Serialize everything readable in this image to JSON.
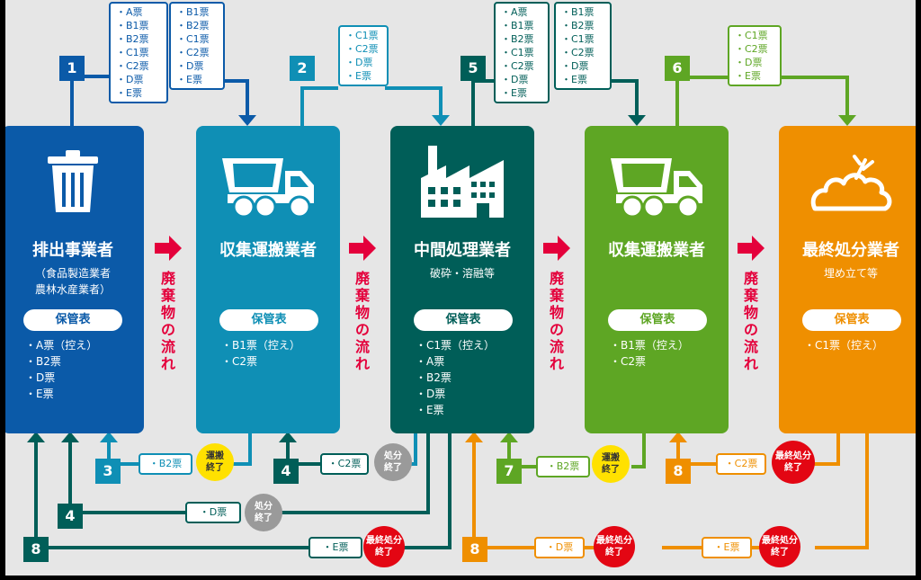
{
  "colors": {
    "p1": "#0b5aa8",
    "p2": "#0f8fb5",
    "p3": "#005e58",
    "p4": "#5ea624",
    "p5": "#ef8f00",
    "flow_red": "#e4003b",
    "done_yellow": "#ffe100",
    "done_gray": "#9a9a9a",
    "done_red": "#e30613"
  },
  "parties": [
    {
      "title": "排出事業者",
      "sub1": "（食品製造業者",
      "sub2": "農林水産業者）",
      "icon": "trash-can-icon",
      "hokan": "保管表",
      "keep": [
        "・A票（控え）",
        "・B2票",
        "・D票",
        "・E票"
      ]
    },
    {
      "title": "収集運搬業者",
      "sub1": "",
      "sub2": "",
      "icon": "dump-truck-icon",
      "hokan": "保管表",
      "keep": [
        "・B1票（控え）",
        "・C2票"
      ]
    },
    {
      "title": "中間処理業者",
      "sub1": "破砕・溶融等",
      "sub2": "",
      "icon": "factory-icon",
      "hokan": "保管表",
      "keep": [
        "・C1票（控え）",
        "・A票",
        "・B2票",
        "・D票",
        "・E票"
      ]
    },
    {
      "title": "収集運搬業者",
      "sub1": "",
      "sub2": "",
      "icon": "dump-truck-icon",
      "hokan": "保管表",
      "keep": [
        "・B1票（控え）",
        "・C2票"
      ]
    },
    {
      "title": "最終処分業者",
      "sub1": "埋め立て等",
      "sub2": "",
      "icon": "landfill-pile-icon",
      "hokan": "保管表",
      "keep": [
        "・C1票（控え）"
      ]
    }
  ],
  "flow_label": "廃棄物の流れ",
  "steps": {
    "s1": "1",
    "s2": "2",
    "s5": "5",
    "s6": "6",
    "s3": "3",
    "s4": "4",
    "s7": "7",
    "s8": "8"
  },
  "top_slips": {
    "step1_a": [
      "・A票",
      "・B1票",
      "・B2票",
      "・C1票",
      "・C2票",
      "・D票",
      "・E票"
    ],
    "step1_b": [
      "・B1票",
      "・B2票",
      "・C1票",
      "・C2票",
      "・D票",
      "・E票"
    ],
    "step2": [
      "・C1票",
      "・C2票",
      "・D票",
      "・E票"
    ],
    "step5_a": [
      "・A票",
      "・B1票",
      "・B2票",
      "・C1票",
      "・C2票",
      "・D票",
      "・E票"
    ],
    "step5_b": [
      "・B1票",
      "・B2票",
      "・C1票",
      "・C2票",
      "・D票",
      "・E票"
    ],
    "step6": [
      "・C1票",
      "・C2票",
      "・D票",
      "・E票"
    ]
  },
  "returns": {
    "r3": {
      "slip": "・B2票",
      "done": "運搬\n終了"
    },
    "r4a": {
      "slip": "・C2票",
      "done": "処分\n終了"
    },
    "r4b": {
      "slip": "・D票",
      "done": "処分\n終了"
    },
    "r8a": {
      "slip": "・E票",
      "done": "最終処分\n終了"
    },
    "r7": {
      "slip": "・B2票",
      "done": "運搬\n終了"
    },
    "r8b": {
      "slip": "・C2票",
      "done": "最終処分\n終了"
    },
    "r8c": {
      "slip": "・D票",
      "done": "最終処分\n終了"
    },
    "r8d": {
      "slip": "・E票",
      "done": "最終処分\n終了"
    }
  }
}
